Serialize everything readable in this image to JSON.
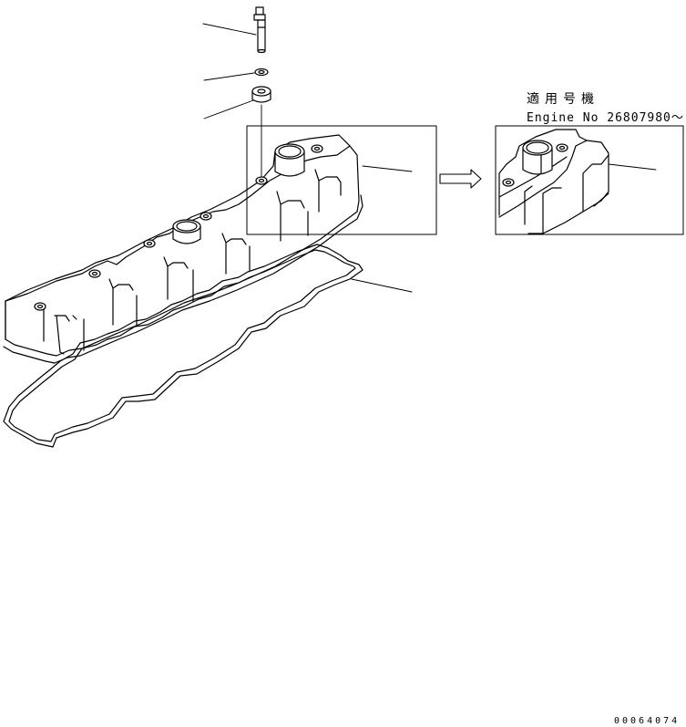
{
  "notes": {
    "applies_title": "適用号機",
    "serial_range": "Engine No 26807980～"
  },
  "footer": {
    "drawing_number": "00064074"
  },
  "colors": {
    "line": "#000000",
    "background": "#ffffff"
  }
}
